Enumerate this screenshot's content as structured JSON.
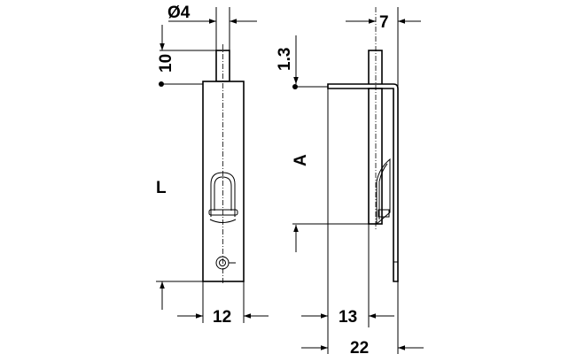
{
  "front_view": {
    "dim_diameter": "Ø4",
    "dim_rod_length": "10",
    "dim_length": "L",
    "dim_width": "12"
  },
  "side_view": {
    "dim_offset_top": "7",
    "dim_plate": "1.3",
    "dim_A": "A",
    "dim_depth": "13",
    "dim_total": "22"
  }
}
